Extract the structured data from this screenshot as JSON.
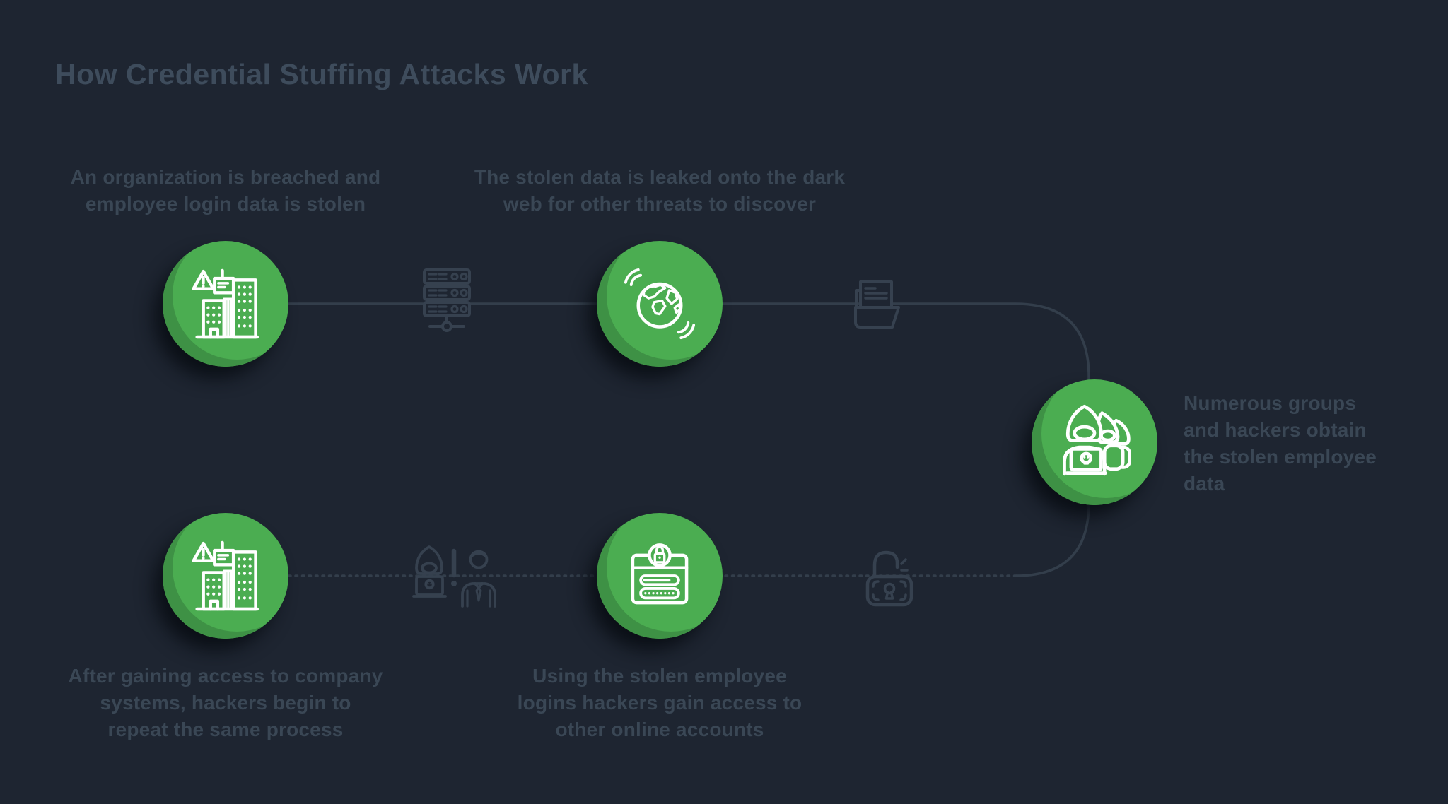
{
  "title": "How Credential Stuffing Attacks Work",
  "colors": {
    "background": "#1e2531",
    "accent_green": "#4bad51",
    "accent_green_shade": "#3e9145",
    "icon_white": "#ffffff",
    "connector_line": "#333e4b",
    "title_text": "#3e4c5c",
    "body_text": "#3a4755"
  },
  "steps": [
    {
      "id": "breach",
      "label": "An organization is breached and\nemployee login data is stolen",
      "icon": "building-warning-icon"
    },
    {
      "id": "leak",
      "label": "The stolen data is leaked onto the dark\nweb for other threats to discover",
      "icon": "globe-dark-web-icon"
    },
    {
      "id": "obtain",
      "label": "Numerous groups\nand hackers obtain\nthe stolen employee\ndata",
      "icon": "hacker-group-icon"
    },
    {
      "id": "access",
      "label": "Using the stolen employee\nlogins hackers gain access to\nother online accounts",
      "icon": "login-form-lock-icon"
    },
    {
      "id": "repeat",
      "label": "After gaining access to company\nsystems, hackers begin to\nrepeat the same process",
      "icon": "building-warning-icon"
    }
  ],
  "connector_icons": [
    "server-rack-icon",
    "leaked-document-folder-icon",
    "unlocked-padlock-icon",
    "hacker-victim-alert-icon"
  ],
  "flow": {
    "line_styles": {
      "top_path": "solid",
      "bottom_path": "dotted"
    },
    "order": [
      "breach",
      "leak",
      "obtain",
      "access",
      "repeat"
    ]
  }
}
